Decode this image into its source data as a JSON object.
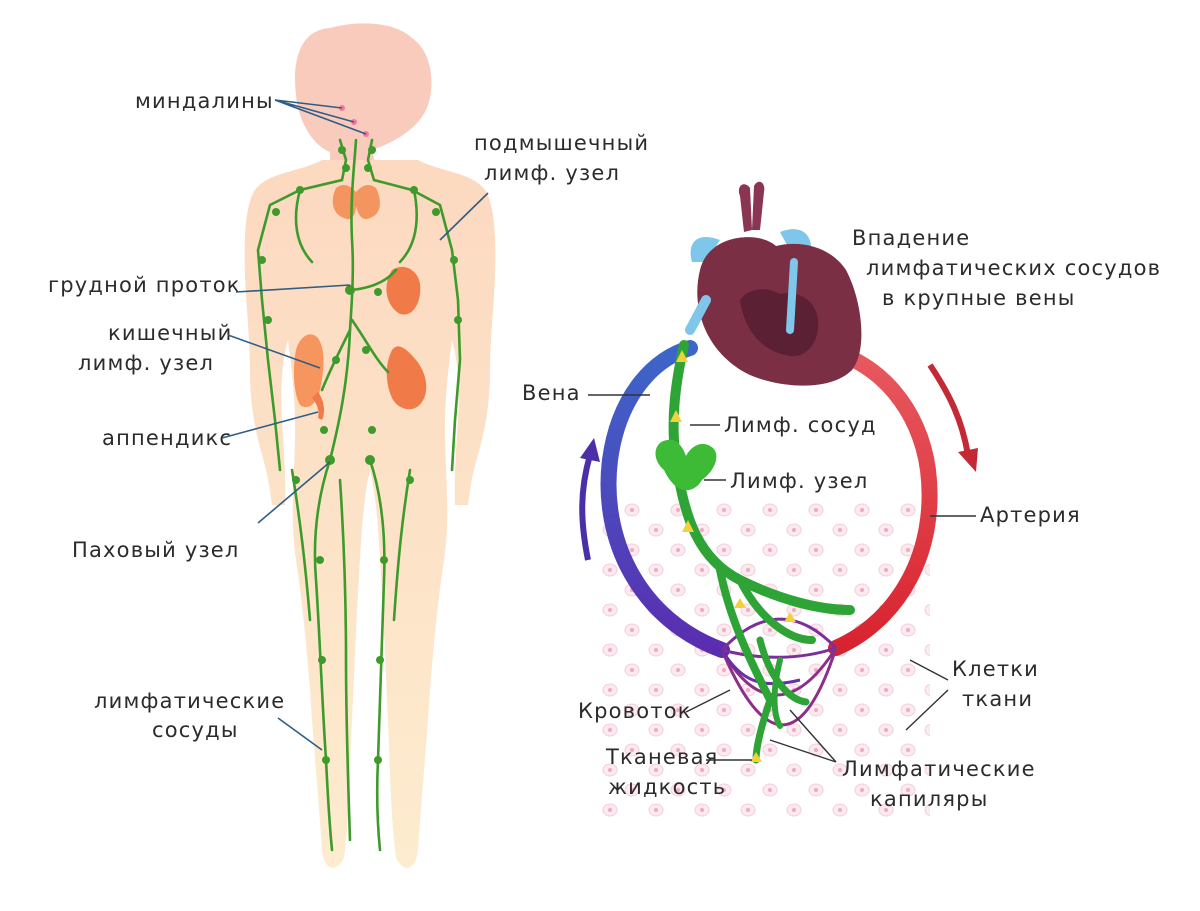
{
  "body_labels": {
    "tonsils": "миндалины",
    "axillary_1": "подмышечный",
    "axillary_2": "лимф. узел",
    "thoracic_duct": "грудной проток",
    "intestinal_1": "кишечный",
    "intestinal_2": "лимф. узел",
    "appendix": "аппендикс",
    "inguinal": "Паховый узел",
    "vessels_1": "лимфатические",
    "vessels_2": "сосуды"
  },
  "circulation_labels": {
    "inflow_1": "Впадение",
    "inflow_2": "лимфатических сосудов",
    "inflow_3": "в крупные вены",
    "vein": "Вена",
    "lymph_vessel": "Лимф. сосуд",
    "lymph_node": "Лимф. узел",
    "artery": "Артерия",
    "tissue_cells_1": "Клетки",
    "tissue_cells_2": "ткани",
    "bloodflow": "Кровоток",
    "fluid_1": "Тканевая",
    "fluid_2": "жидкость",
    "capillaries_1": "Лимфатические",
    "capillaries_2": "капиляры"
  },
  "colors": {
    "body": "#fde3c6",
    "head": "#f9cbbd",
    "lymph": "#3d9a2b",
    "vein": "#3a4fb0",
    "artery": "#e2414b",
    "heart": "#7a2f45"
  }
}
